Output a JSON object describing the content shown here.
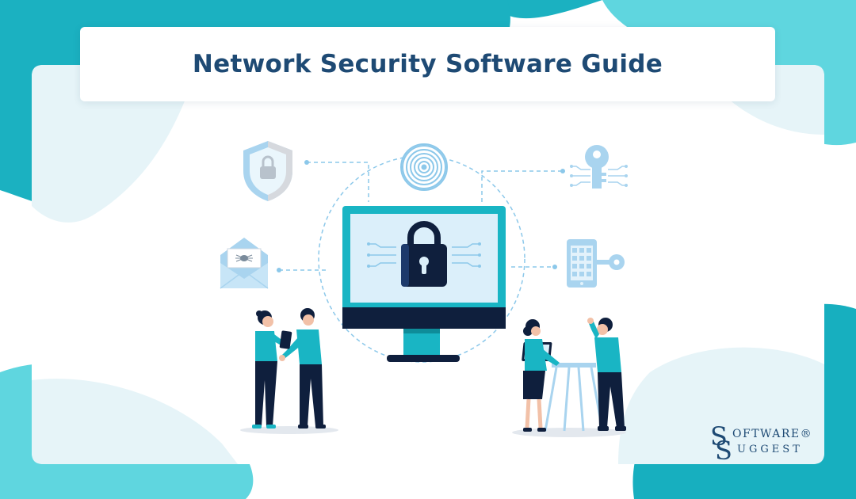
{
  "title": "Network Security Software Guide",
  "logo": {
    "line1_initial": "S",
    "line1_rest": "OFTWARE®",
    "line2_initial": "S",
    "line2_rest": "UGGEST"
  },
  "icons": [
    "shield-lock-icon",
    "fingerprint-icon",
    "key-circuit-icon",
    "spam-mail-icon",
    "phone-keypad-key-icon",
    "monitor-padlock-icon"
  ],
  "colors": {
    "teal": "#19b5c4",
    "teal_light": "#5fd3dc",
    "navy": "#0f1f3d",
    "title": "#1e4a74",
    "icon_light": "#a9d4ef",
    "screen": "#dbeffa"
  }
}
